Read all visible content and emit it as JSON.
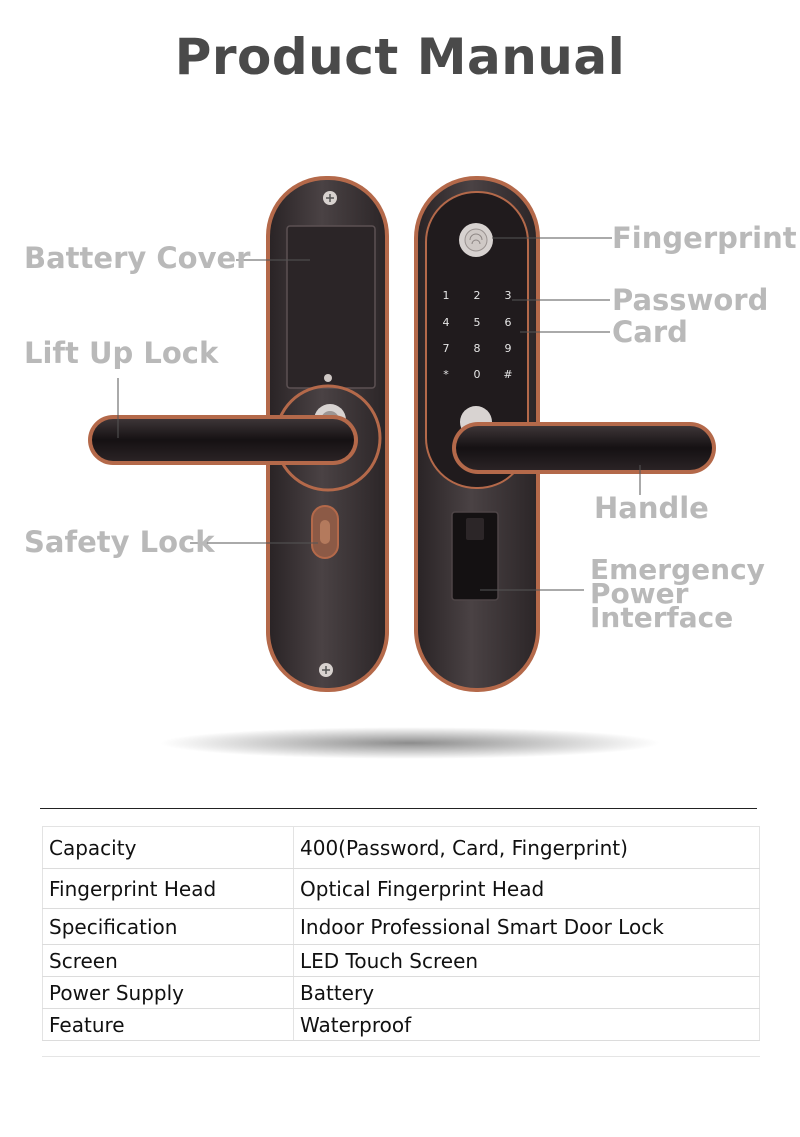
{
  "title": "Product Manual",
  "callouts": {
    "battery_cover": "Battery Cover",
    "lift_up_lock": "Lift Up Lock",
    "safety_lock": "Safety Lock",
    "fingerprint": "Fingerprint",
    "password": "Password",
    "card": "Card",
    "handle": "Handle",
    "emergency_line1": "Emergency",
    "emergency_line2": "Power",
    "emergency_line3": "Interface"
  },
  "keypad": [
    "1",
    "2",
    "3",
    "4",
    "5",
    "6",
    "7",
    "8",
    "9",
    "*",
    "0",
    "#"
  ],
  "specs": [
    {
      "label": "Capacity",
      "value": "400(Password, Card, Fingerprint)"
    },
    {
      "label": "Fingerprint Head",
      "value": "Optical Fingerprint Head"
    },
    {
      "label": "Specification",
      "value": "Indoor Professional Smart Door Lock"
    },
    {
      "label": "Screen",
      "value": "LED Touch Screen"
    },
    {
      "label": "Power Supply",
      "value": "Battery"
    },
    {
      "label": "Feature",
      "value": "Waterproof"
    }
  ],
  "colors": {
    "title": "#4a4a4a",
    "callout": "#b9b9b9",
    "lock_body": "#3a3436",
    "copper_trim": "#b4694a"
  }
}
